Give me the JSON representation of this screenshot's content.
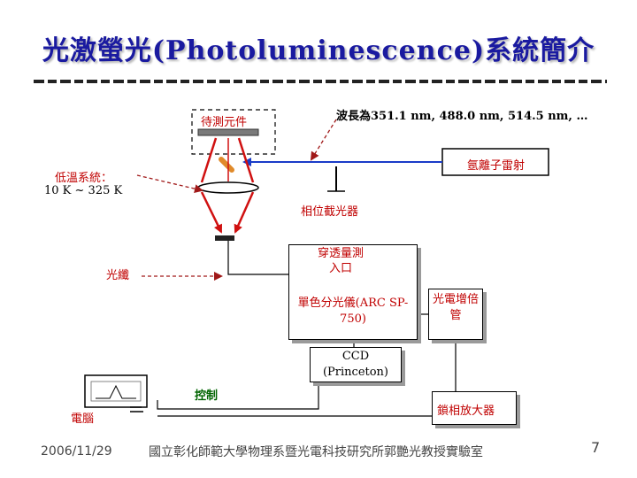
{
  "title": "光激螢光(Photoluminescence)系統簡介",
  "labels": {
    "sample": "待測元件",
    "wavelength": "波長為351.1 nm, 488.0 nm, 514.5 nm, …",
    "argon_laser": "氬離子雷射",
    "low_temp_line1": "低溫系統：",
    "low_temp_line2": "10 K ~ 325 K",
    "chopper": "相位截光器",
    "fiber": "光纖",
    "transmission_port": "穿透量測入口",
    "monochromator": "單色分光儀(ARC SP-750)",
    "pmt": "光電增倍管",
    "ccd": "CCD (Princeton)",
    "control": "控制",
    "lockin": "鎖相放大器",
    "computer": "電腦"
  },
  "footer": {
    "date": "2006/11/29",
    "institution": "國立彰化師範大學物理系暨光電科技研究所郭艷光教授實驗室",
    "page": "7"
  },
  "colors": {
    "title": "#1a1aa0",
    "laser_beam": "#1a3cc8",
    "pl_beam": "#d01010",
    "annotation_arrow": "#a01818",
    "filter": "#e08a2a"
  }
}
